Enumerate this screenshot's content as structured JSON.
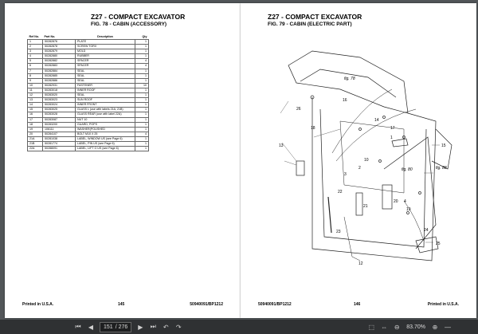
{
  "left_page": {
    "title": "Z27 - COMPACT EXCAVATOR",
    "figure": "FIG. 78 - CABIN (ACCESSORY)",
    "table_headers": {
      "ref": "Ref No.",
      "part": "Part No.",
      "desc": "Description",
      "qty": "Qty"
    },
    "rows": [
      {
        "ref": "1",
        "pn": "50282876",
        "desc": "PLATE",
        "qty": "1"
      },
      {
        "ref": "2",
        "pn": "50282878",
        "desc": "SCREW TORX",
        "qty": "1"
      },
      {
        "ref": "3",
        "pn": "50282879",
        "desc": "MOLD",
        "qty": "1"
      },
      {
        "ref": "4",
        "pn": "50282880",
        "desc": "RUBBER",
        "qty": "1"
      },
      {
        "ref": "5",
        "pn": "50282882",
        "desc": "SPACER",
        "qty": "4"
      },
      {
        "ref": "6",
        "pn": "50282883",
        "desc": "SPACER",
        "qty": "4"
      },
      {
        "ref": "7",
        "pn": "50282884",
        "desc": "SEAL",
        "qty": "1"
      },
      {
        "ref": "8",
        "pn": "50282885",
        "desc": "SEAL",
        "qty": "1"
      },
      {
        "ref": "9",
        "pn": "50282886",
        "desc": "SEAL",
        "qty": "1"
      },
      {
        "ref": "10",
        "pn": "50282931",
        "desc": "FASTENER",
        "qty": "10"
      },
      {
        "ref": "11",
        "pn": "50283018",
        "desc": "INNER ROOF",
        "qty": "1"
      },
      {
        "ref": "12",
        "pn": "50283020",
        "desc": "SEAL",
        "qty": "1"
      },
      {
        "ref": "13",
        "pn": "50283023",
        "desc": "SUN ROOF",
        "qty": "1"
      },
      {
        "ref": "14",
        "pn": "50283024",
        "desc": "INNER FRONT",
        "qty": "1"
      },
      {
        "ref": "15",
        "pn": "50283025",
        "desc": "GLASS L (use with labels 21A, 21B)",
        "qty": "1"
      },
      {
        "ref": "16",
        "pn": "50283028",
        "desc": "GLASS REAR (use with label 22A)",
        "qty": "1"
      },
      {
        "ref": "17",
        "pn": "50283087",
        "desc": "NUT 10",
        "qty": "1"
      },
      {
        "ref": "18",
        "pn": "50283200",
        "desc": "GUARD, POPS",
        "qty": "1"
      },
      {
        "ref": "19",
        "pn": "106111",
        "desc": "WASHER(POLISHED",
        "qty": "1"
      },
      {
        "ref": "20",
        "pn": "50284107",
        "desc": "BOLT M10 X 25",
        "qty": "4"
      },
      {
        "ref": "21A",
        "pn": "50281038",
        "desc": "LABEL, WINDOW US (see Page 6)",
        "qty": "1"
      },
      {
        "ref": "21B",
        "pn": "50281774",
        "desc": "LABEL, PIN US (see Page 6)",
        "qty": "1"
      },
      {
        "ref": "22A",
        "pn": "50288091",
        "desc": "LABEL, LIFT G US (see Page 6)",
        "qty": "1"
      }
    ],
    "footer_left": "Printed in U.S.A.",
    "footer_page": "145",
    "footer_right": "50940091/BP1212"
  },
  "right_page": {
    "title": "Z27 - COMPACT EXCAVATOR",
    "figure": "FIG. 79 - CABIN (ELECTRIC PART)",
    "callouts": [
      "26",
      "16",
      "13",
      "18",
      "14",
      "17",
      "1",
      "10",
      "2",
      "3",
      "22",
      "21",
      "23",
      "12",
      "15",
      "20",
      "19",
      "4",
      "24",
      "25",
      "fig. 78",
      "fig. 88",
      "fig. 80"
    ],
    "footer_left": "50940091/BP1212",
    "footer_page": "146",
    "footer_right": "Printed in U.S.A."
  },
  "toolbar": {
    "current_page": "151",
    "total_pages": "/ 276",
    "zoom": "83.70%"
  }
}
